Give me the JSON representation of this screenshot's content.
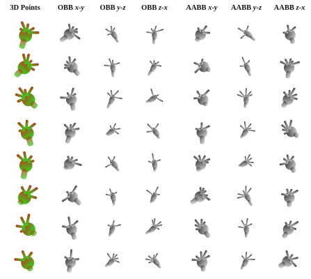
{
  "header": {
    "columns": [
      {
        "id": "points",
        "prefix": "3D Points",
        "axis": ""
      },
      {
        "id": "obb-xy",
        "prefix": "OBB ",
        "axis": "x-y"
      },
      {
        "id": "obb-yz",
        "prefix": "OBB ",
        "axis": "y-z"
      },
      {
        "id": "obb-zx",
        "prefix": "OBB ",
        "axis": "z-x"
      },
      {
        "id": "aabb-xy",
        "prefix": "AABB ",
        "axis": "x-y"
      },
      {
        "id": "aabb-yz",
        "prefix": "AABB ",
        "axis": "y-z"
      },
      {
        "id": "aabb-zx",
        "prefix": "AABB ",
        "axis": "z-x"
      }
    ]
  },
  "grid": {
    "rows": 8,
    "cols": 7
  },
  "colors": {
    "point_red": "#c8281e",
    "point_green": "#3ec81e",
    "depth_dark": "#222222",
    "depth_light": "#e6e6e6"
  }
}
